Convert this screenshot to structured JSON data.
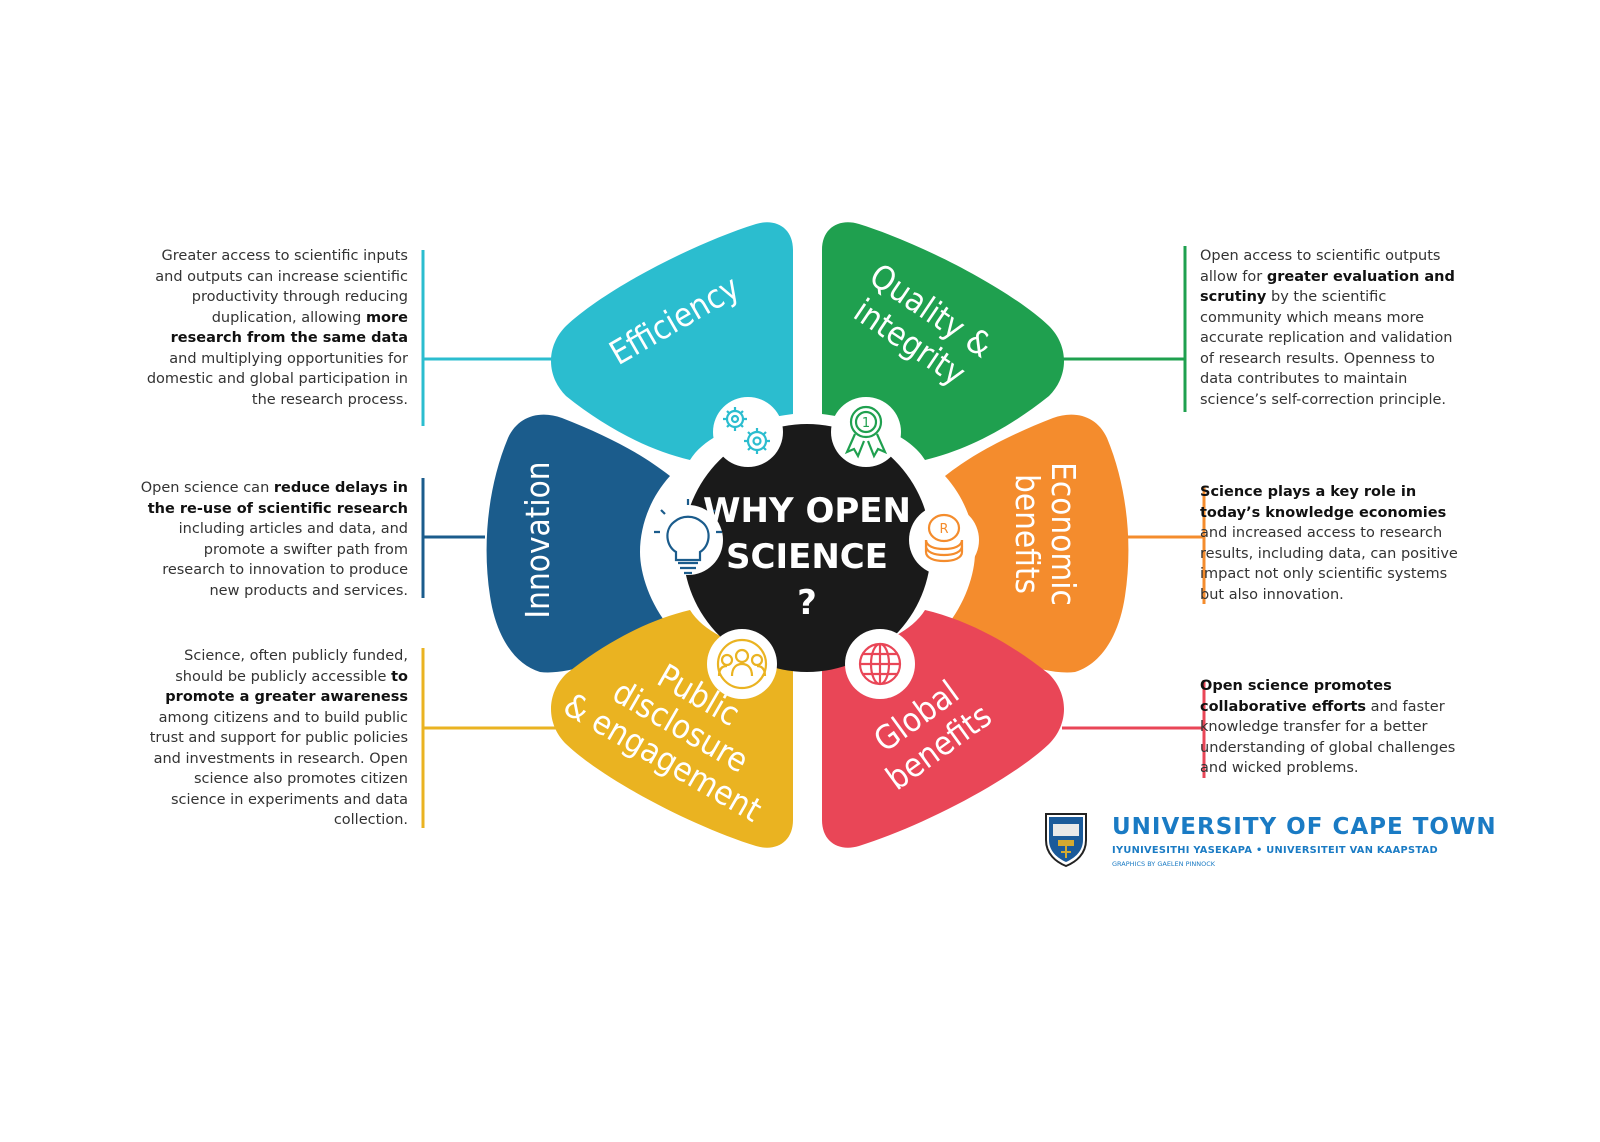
{
  "center": {
    "line1": "WHY OPEN",
    "line2": "SCIENCE",
    "line3": "?"
  },
  "colors": {
    "efficiency": "#2bbdcf",
    "quality": "#1fa04f",
    "economic": "#f48c2d",
    "global": "#e94657",
    "public": "#eab321",
    "innovation": "#1b5c8c",
    "center": "#1a1a1a",
    "uct_blue": "#1a7bc4"
  },
  "petals": {
    "efficiency": {
      "label": "Efficiency",
      "icon": "gears-icon"
    },
    "quality": {
      "label1": "Quality &",
      "label2": "integrity",
      "icon": "award-ribbon-icon"
    },
    "economic": {
      "label1": "Economic",
      "label2": "benefits",
      "icon": "coins-icon"
    },
    "global": {
      "label1": "Global",
      "label2": "benefits",
      "icon": "globe-icon"
    },
    "public": {
      "label1": "Public",
      "label2": "disclosure",
      "label3": "& engagement",
      "icon": "people-group-icon"
    },
    "innovation": {
      "label": "Innovation",
      "icon": "lightbulb-icon"
    }
  },
  "descriptions": {
    "efficiency": {
      "t1": "Greater access to scientific inputs and outputs can increase scientific productivity through reducing duplication, allowing ",
      "b1": "more research from the same data",
      "t2": " and multiplying opportunities for domestic and global participation in the research process."
    },
    "innovation": {
      "t1": "Open science can ",
      "b1": "reduce delays in the re-use of scientific research",
      "t2": " including articles and data, and promote a swifter path from research to innovation to produce new products and services."
    },
    "public": {
      "t1": "Science, often publicly funded, should be publicly accessible ",
      "b1": "to promote a greater awareness",
      "t2": " among citizens and to build public trust and support for public policies and investments in research. Open science also promotes citizen science in experiments and data collection."
    },
    "quality": {
      "t1": "Open access to scientific outputs allow for ",
      "b1": "greater evaluation and scrutiny",
      "t2": " by the scientific community which means more accurate replication and validation of research results. Openness to data contributes to maintain science’s self-correction principle."
    },
    "economic": {
      "b1": "Science plays a key role in today’s knowledge economies",
      "t2": " and increased access to research results, including data, can positive impact not only scientific systems but also innovation."
    },
    "global": {
      "b1": "Open science promotes collaborative efforts",
      "t2": " and faster knowledge transfer for a better understanding of global challenges and wicked problems."
    }
  },
  "logo": {
    "title": "UNIVERSITY OF CAPE TOWN",
    "subtitle": "IYUNIVESITHI YASEKAPA • UNIVERSITEIT VAN KAAPSTAD",
    "credit": "GRAPHICS BY GAELEN PINNOCK",
    "icon": "uct-crest-icon"
  }
}
